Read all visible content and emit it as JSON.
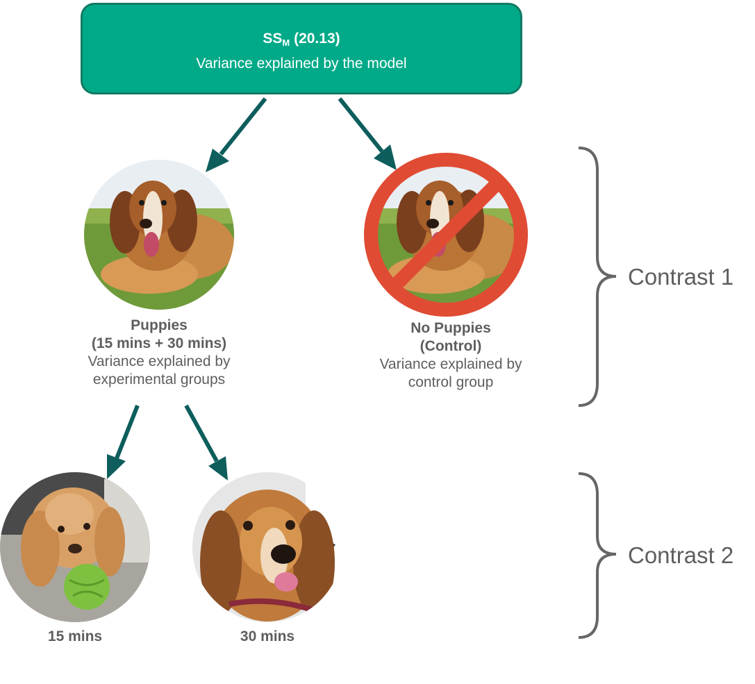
{
  "top_box": {
    "title_main": "SS",
    "title_sub": "M",
    "title_value": "(20.13)",
    "subtitle": "Variance explained by the model"
  },
  "puppies": {
    "line1": "Puppies",
    "line2": "(15 mins + 30 mins)",
    "line3": "Variance explained by",
    "line4": "experimental groups"
  },
  "no_puppies": {
    "line1": "No Puppies",
    "line2": "(Control)",
    "line3": "Variance explained by",
    "line4": "control group"
  },
  "fifteen": {
    "label": "15 mins"
  },
  "thirty": {
    "label": "30 mins"
  },
  "contrasts": {
    "c1": "Contrast 1",
    "c2": "Contrast 2"
  },
  "colors": {
    "box_fill": "#00aa88",
    "box_border": "#127a64",
    "arrow": "#0d5e5c",
    "forbidden": "#e04b33",
    "text": "#5e5e5e",
    "brace": "#666666"
  },
  "icons": [
    "dog-photo-grass",
    "dog-photo-ball",
    "dog-photo-closeup",
    "no-entry-icon",
    "arrow-icon",
    "brace-icon"
  ]
}
